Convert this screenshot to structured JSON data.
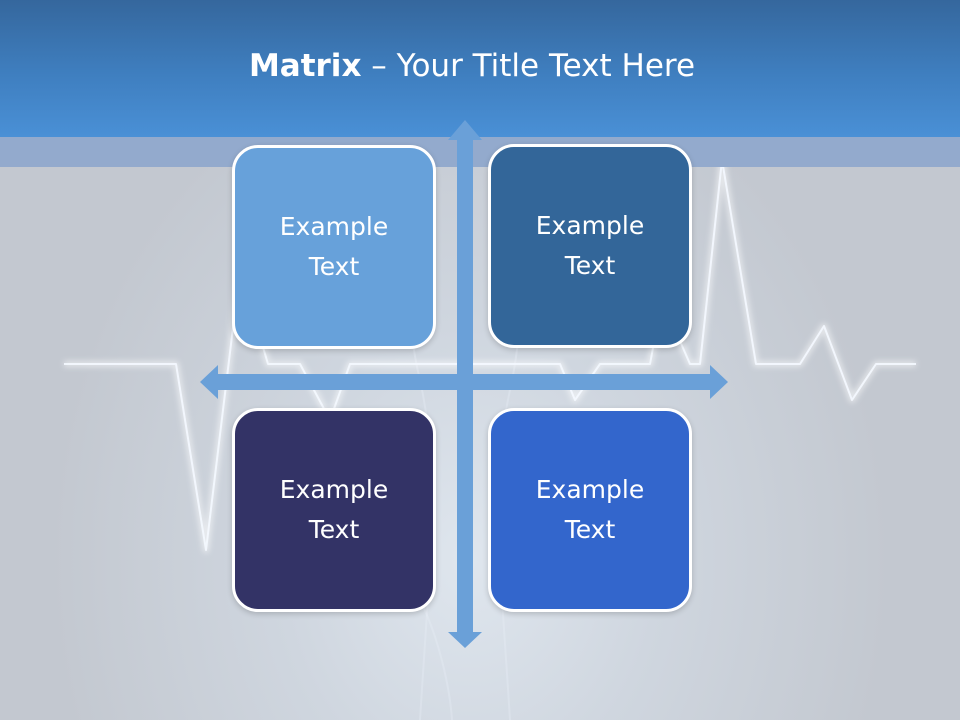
{
  "title": {
    "bold": "Matrix",
    "rest": " – Your Title Text Here"
  },
  "colors": {
    "header": "#3f7fc0",
    "arrow": "#6aa0d8",
    "box_top_left": "#67a1da",
    "box_top_right": "#336699",
    "box_bottom_left": "#333366",
    "box_bottom_right": "#3366cc"
  },
  "quadrants": [
    {
      "label": "Example Text"
    },
    {
      "label": "Example Text"
    },
    {
      "label": "Example Text"
    },
    {
      "label": "Example Text"
    }
  ]
}
